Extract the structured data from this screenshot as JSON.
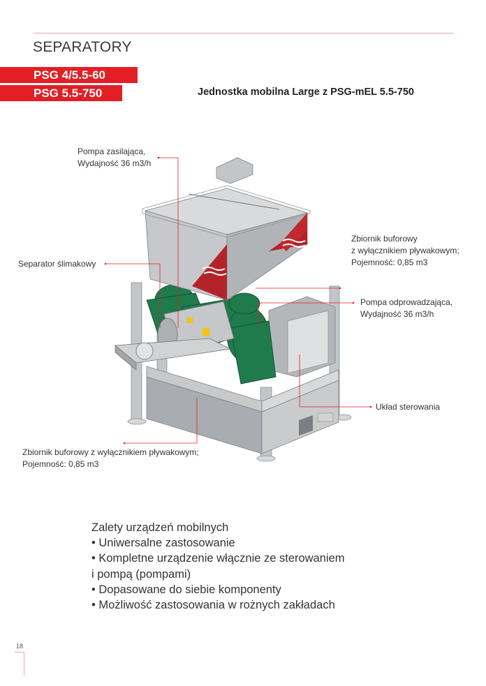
{
  "header": {
    "section_title": "SEPARATORY",
    "models": [
      "PSG 4/5.5-60",
      "PSG 5.5-750"
    ],
    "subtitle": "Jednostka mobilna Large z PSG-mEL 5.5-750"
  },
  "callouts": {
    "feed_pump": [
      "Pompa zasilająca,",
      "Wydajność 36 m3/h"
    ],
    "screw_separator": [
      "Separator ślimakowy"
    ],
    "upper_buffer_tank": [
      "Zbiornik buforowy",
      "z wyłącznikiem pływakowym;",
      "Pojemność: 0,85 m3"
    ],
    "discharge_pump": [
      "Pompa odprowadzająca,",
      "Wydajność 36 m3/h"
    ],
    "control_system": [
      "Układ sterowania"
    ],
    "lower_buffer_tank": [
      "Zbiornik buforowy z wyłącznikiem pływakowym;",
      "Pojemność: 0,85 m3"
    ]
  },
  "advantages": {
    "title": "Zalety urządzeń mobilnych",
    "items": [
      "• Uniwersalne zastosowanie",
      "• Kompletne urządzenie włącznie ze sterowaniem",
      "i pompą (pompami)",
      "• Dopasowane do siebie komponenty",
      "• Możliwość zastosowania w rożnych zakładach"
    ]
  },
  "footer": {
    "page_number": "18"
  },
  "colors": {
    "accent": "#e31e24",
    "rule": "#f2a7ab",
    "machine_green": "#1f7a4c",
    "steel": "#b9bcbf"
  }
}
